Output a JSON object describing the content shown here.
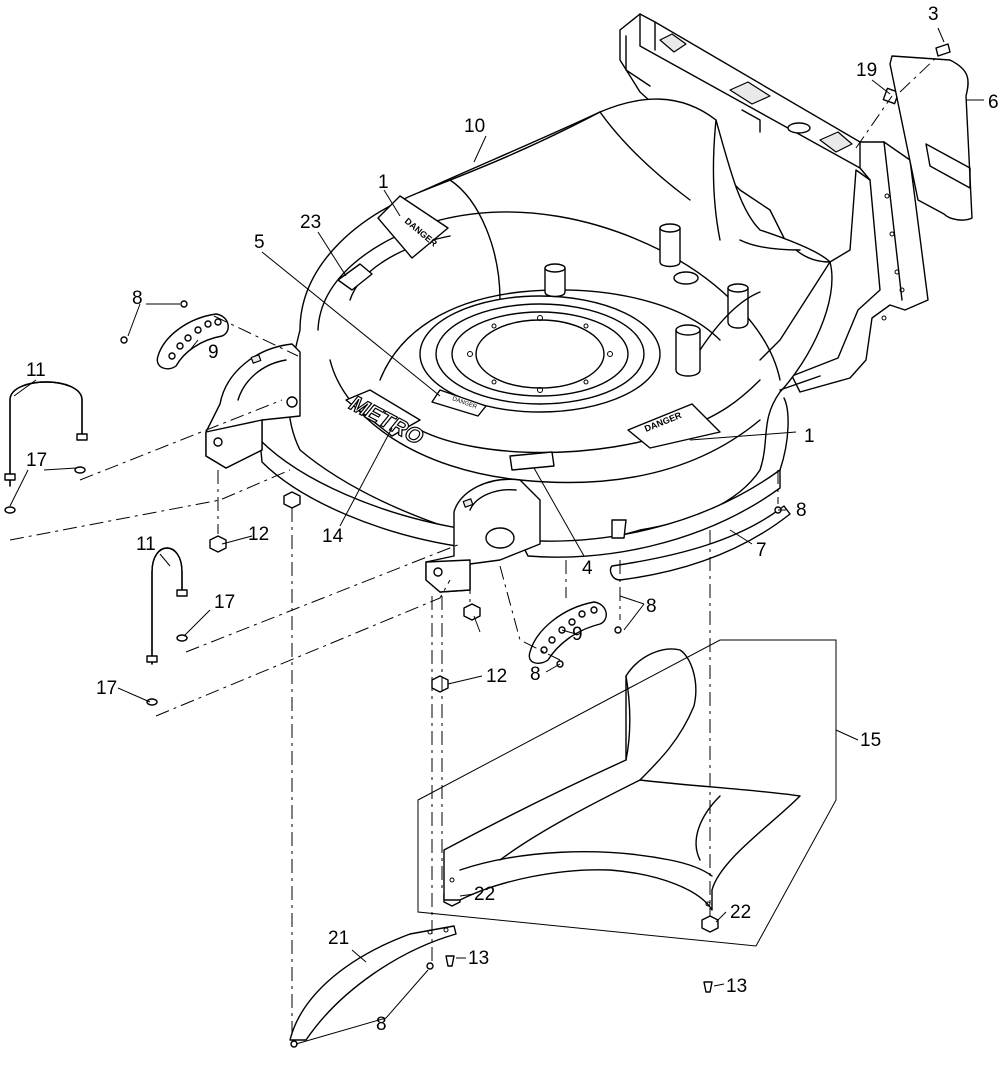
{
  "decals": {
    "danger_top": "DANGER",
    "danger_right": "DANGER",
    "danger_small": "DANGER",
    "logo": "METRO"
  },
  "callouts": [
    {
      "id": "c3",
      "label": "3"
    },
    {
      "id": "c19",
      "label": "19"
    },
    {
      "id": "c6",
      "label": "6"
    },
    {
      "id": "c10",
      "label": "10"
    },
    {
      "id": "c1a",
      "label": "1"
    },
    {
      "id": "c23",
      "label": "23"
    },
    {
      "id": "c5",
      "label": "5"
    },
    {
      "id": "c8a",
      "label": "8"
    },
    {
      "id": "c9a",
      "label": "9"
    },
    {
      "id": "c11a",
      "label": "11"
    },
    {
      "id": "c17a",
      "label": "17"
    },
    {
      "id": "c1b",
      "label": "1"
    },
    {
      "id": "c8b",
      "label": "8"
    },
    {
      "id": "c12a",
      "label": "12"
    },
    {
      "id": "c14",
      "label": "14"
    },
    {
      "id": "c4",
      "label": "4"
    },
    {
      "id": "c7",
      "label": "7"
    },
    {
      "id": "c11b",
      "label": "11"
    },
    {
      "id": "c17b",
      "label": "17"
    },
    {
      "id": "c8c",
      "label": "8"
    },
    {
      "id": "c9b",
      "label": "9"
    },
    {
      "id": "c8d",
      "label": "8"
    },
    {
      "id": "c12b",
      "label": "12"
    },
    {
      "id": "c17c",
      "label": "17"
    },
    {
      "id": "c15",
      "label": "15"
    },
    {
      "id": "c22a",
      "label": "22"
    },
    {
      "id": "c22b",
      "label": "22"
    },
    {
      "id": "c21",
      "label": "21"
    },
    {
      "id": "c13a",
      "label": "13"
    },
    {
      "id": "c13b",
      "label": "13"
    },
    {
      "id": "c8e",
      "label": "8"
    }
  ]
}
